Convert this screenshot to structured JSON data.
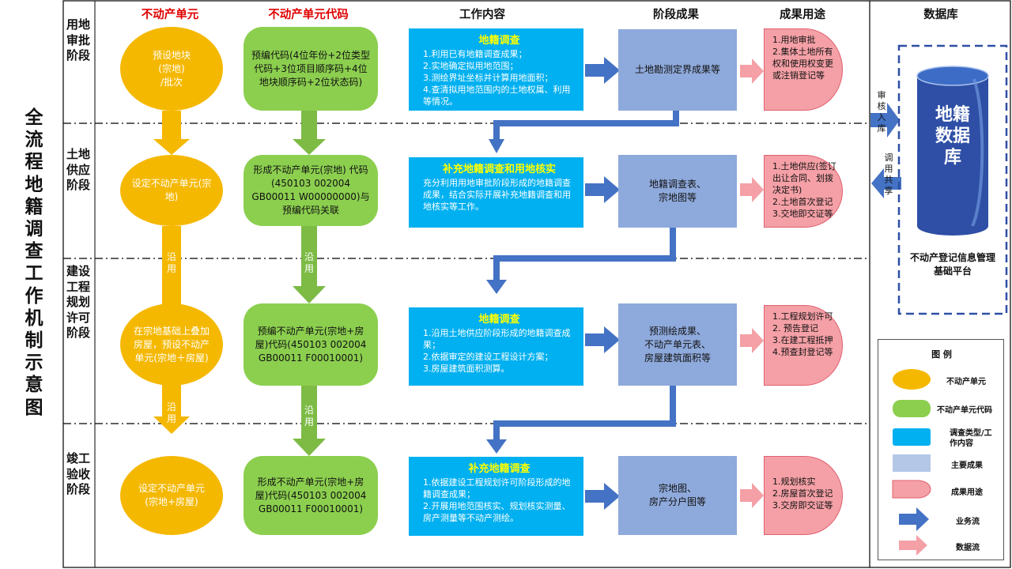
{
  "title": "全流程地籍调查工作机制示意图",
  "headers": {
    "unit": "不动产单元",
    "code": "不动产单元代码",
    "work": "工作内容",
    "result": "阶段成果",
    "usage": "成果用途",
    "db": "数据库"
  },
  "phases": [
    {
      "name": "用地审批阶段",
      "unit": "预设地块\n(宗地)\n/批次",
      "code": "预编代码(4位年份+2位类型代码+3位项目顺序码+4位地块顺序码+2位状态码)",
      "work_title": "地籍调查",
      "work": "1.利用已有地籍调查成果；\n2.实地确定拟用地范围；\n3.测绘界址坐标并计算用地面积；\n4.查清拟用地范围内的土地权属、利用等情况。",
      "result": "土地勘测定界成果等",
      "usage": "1.用地审批\n2.集体土地所有权和使用权变更或注销登记等"
    },
    {
      "name": "土地供应阶段",
      "unit": "设定不动产单元(宗地)",
      "code": "形成不动产单元(宗地) 代码(450103 002004 GB00011 W00000000)与预编代码关联",
      "work_title": "补充地籍调查和用地核实",
      "work": "充分利用用地审批阶段形成的地籍调查成果，结合实际开展补充地籍调查和用地核实等工作。",
      "result": "地籍调查表、\n宗地图等",
      "usage": "1.土地供应(签订出让合同、划拨决定书)\n2.土地首次登记\n3.交地即交证等"
    },
    {
      "name": "建设工程规划许可阶段",
      "unit": "在宗地基础上叠加房屋，预设不动产单元(宗地＋房屋)",
      "code": "预编不动产单元(宗地+房屋)代码(450103 002004 GB00011 F00010001)",
      "work_title": "地籍调查",
      "work": "1.沿用土地供应阶段形成的地籍调查成果；\n2.依据审定的建设工程设计方案；\n3.房屋建筑面积测算。",
      "result": "预测绘成果、\n不动产单元表、\n房屋建筑面积等",
      "usage": "1.工程规划许可\n2. 预告登记\n3.在建工程抵押\n4.预查封登记等"
    },
    {
      "name": "竣工验收阶段",
      "unit": "设定不动产单元\n(宗地+房屋)",
      "code": "形成不动产单元(宗地+房屋)代码(450103  002004 GB00011 F00010001)",
      "work_title": "补充地籍调查",
      "work": "1.依据建设工程规划许可阶段形成的地籍调查成果；\n2.开展用地范围核实、规划核实测量、房产测量等不动产测绘。",
      "result": "宗地图、\n房产分户图等",
      "usage": "1.规划核实\n2.房屋首次登记\n3.交房即交证等"
    }
  ],
  "flow_labels": {
    "along": "沿用"
  },
  "database": {
    "name": "地籍数据库",
    "platform": "不动产登记信息管理基础平台",
    "in_label": "审核入库",
    "out_label": "调用共享"
  },
  "legend": {
    "title": "图    例",
    "items": [
      "不动产单元",
      "不动产单元代码",
      "调查类型/工作内容",
      "主要成果",
      "成果用途",
      "业务流",
      "数据流"
    ]
  },
  "colors": {
    "unit": "#f5b800",
    "code": "#8ccf4f",
    "work": "#00b0f0",
    "result": "#8ea9db",
    "usage": "#f4a0a6",
    "flow": "#4472c4",
    "db": "#2e4fa5"
  }
}
